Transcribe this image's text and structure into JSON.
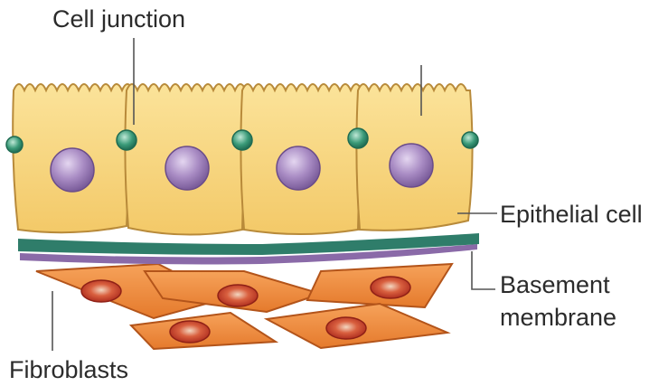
{
  "labels": {
    "cell_junction": "Cell junction",
    "epithelial_cell": "Epithelial cell",
    "basement_line1": "Basement",
    "basement_line2": "membrane",
    "fibroblasts": "Fibroblasts"
  },
  "colors": {
    "cell_fill": "#f7d57e",
    "cell_outline": "#b88a3a",
    "nucleus": "#9b7fb8",
    "junction": "#3a9a78",
    "basement_green": "#2f7d6a",
    "basement_purple": "#8a6aa8",
    "fibroblast_fill": "#ee8a3c",
    "fibroblast_outline": "#b3541a",
    "fibroblast_nucleus": "#c73a2a",
    "leader_line": "#555555"
  }
}
